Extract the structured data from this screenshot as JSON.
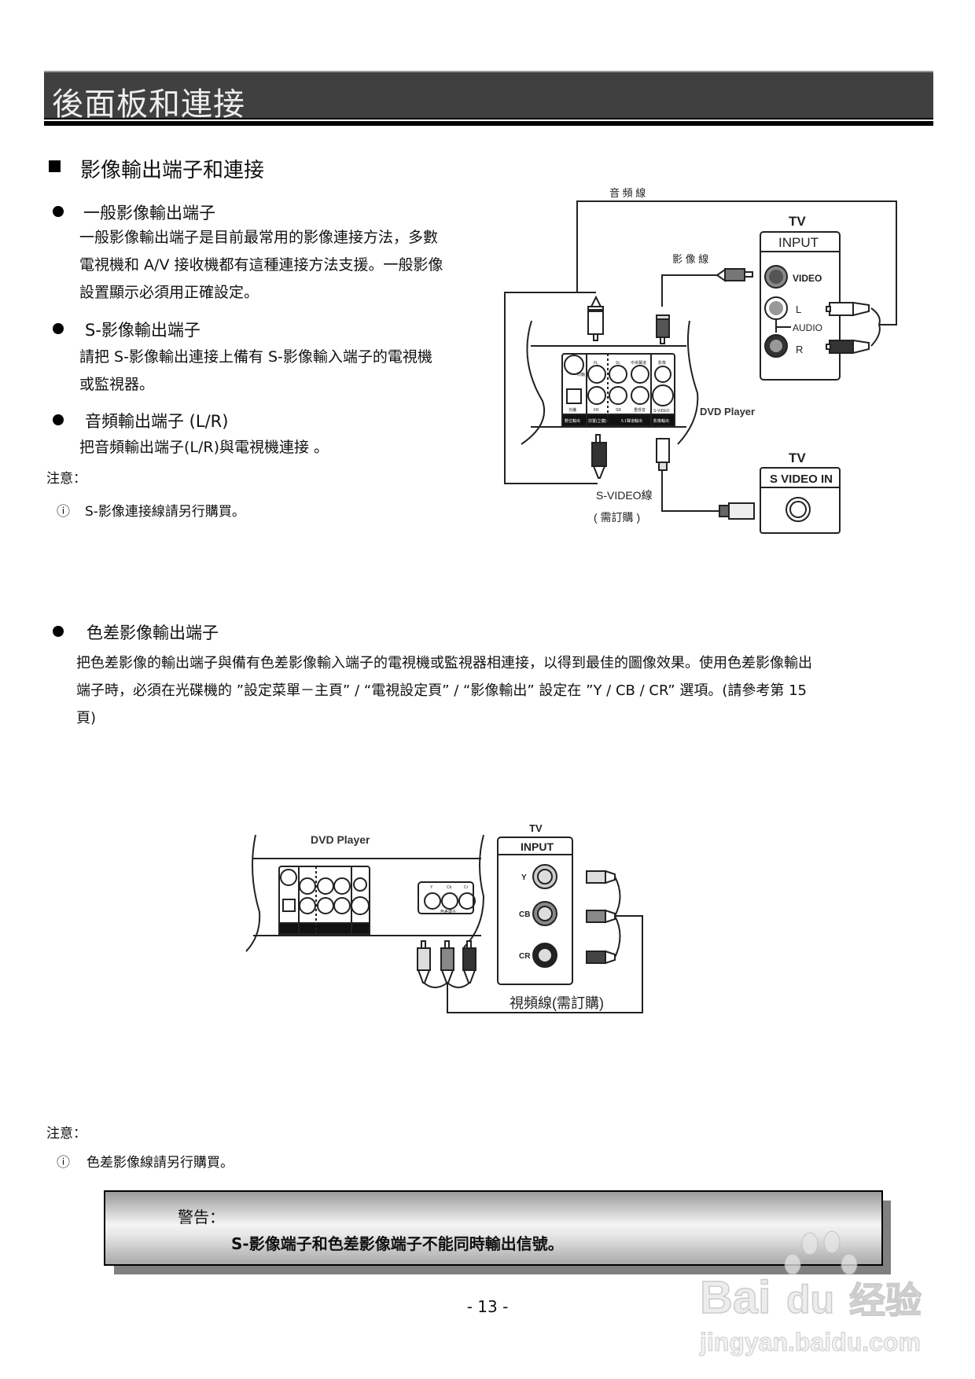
{
  "header": {
    "title": "後面板和連接"
  },
  "section": {
    "title": "影像輸出端子和連接"
  },
  "bullets": [
    {
      "title": "一般影像輸出端子",
      "lines": [
        "一般影像輸出端子是目前最常用的影像連接方法，多數",
        "電視機和 A/V 接收機都有這種連接方法支援。一般影像",
        "設置顯示必須用正確設定。"
      ]
    },
    {
      "title": "S-影像輸出端子",
      "lines": [
        "請把 S-影像輸出連接上備有 S-影像輸入端子的電視機",
        "或監視器。"
      ]
    },
    {
      "title": "音頻輸出端子 (L/R)",
      "lines": [
        "把音頻輸出端子(L/R)與電視機連接 。"
      ]
    },
    {
      "title": "色差影像輸出端子",
      "lines": [
        "把色差影像的輸出端子與備有色差影像輸入端子的電視機或監視器相連接，以得到最佳的圖像效果。使用色差影像輸出",
        "端子時，必須在光碟機的 ”設定菜單－主頁” / “電視設定頁” / “影像輸出” 設定在 ”Y / CB / CR” 選項。(請參考第 15",
        "頁)"
      ]
    }
  ],
  "notes": [
    {
      "label": "注意：",
      "icon": "info-icon",
      "text": "S-影像連接線請另行購買。"
    },
    {
      "label": "注意：",
      "icon": "info-icon",
      "text": "色差影像線請另行購買。"
    }
  ],
  "diagram1": {
    "audio_cable": "音 頻 線",
    "video_cable": "影 像 線",
    "tv": "TV",
    "input": "INPUT",
    "video": "VIDEO",
    "l": "L",
    "audio": "AUDIO",
    "r": "R",
    "dvd": "DVD Player",
    "tv2": "TV",
    "svideo_in": "S VIDEO IN",
    "svideo_cable": "S-VIDEO線",
    "order": "( 需訂購 )"
  },
  "panel": {
    "fl": "FL",
    "sl": "SL",
    "center": "中央聲道",
    "video": "影像",
    "fr": "FR",
    "sr": "SR",
    "sub": "重低音",
    "svideo": "S-VIDEO",
    "optical": "光纖",
    "coax": "同軸",
    "out1": "數位輸出",
    "out2": "前置(立體)",
    "out3": "5.1聲道輸出",
    "out4": "影像輸出"
  },
  "diagram2": {
    "dvd": "DVD Player",
    "tv": "TV",
    "input": "INPUT",
    "y": "Y",
    "cb": "CB",
    "cr": "CR",
    "py": "Y",
    "pcb": "Cb",
    "pcr": "Cr",
    "comp": "色差端子",
    "cable": "視頻線(需訂購)"
  },
  "warning": {
    "label": "警告：",
    "text": "S-影像端子和色差影像端子不能同時輸出信號。"
  },
  "page_number": "- 13 -",
  "watermark": {
    "brand": "Bai du 经验",
    "url": "jingyan.baidu.com"
  }
}
